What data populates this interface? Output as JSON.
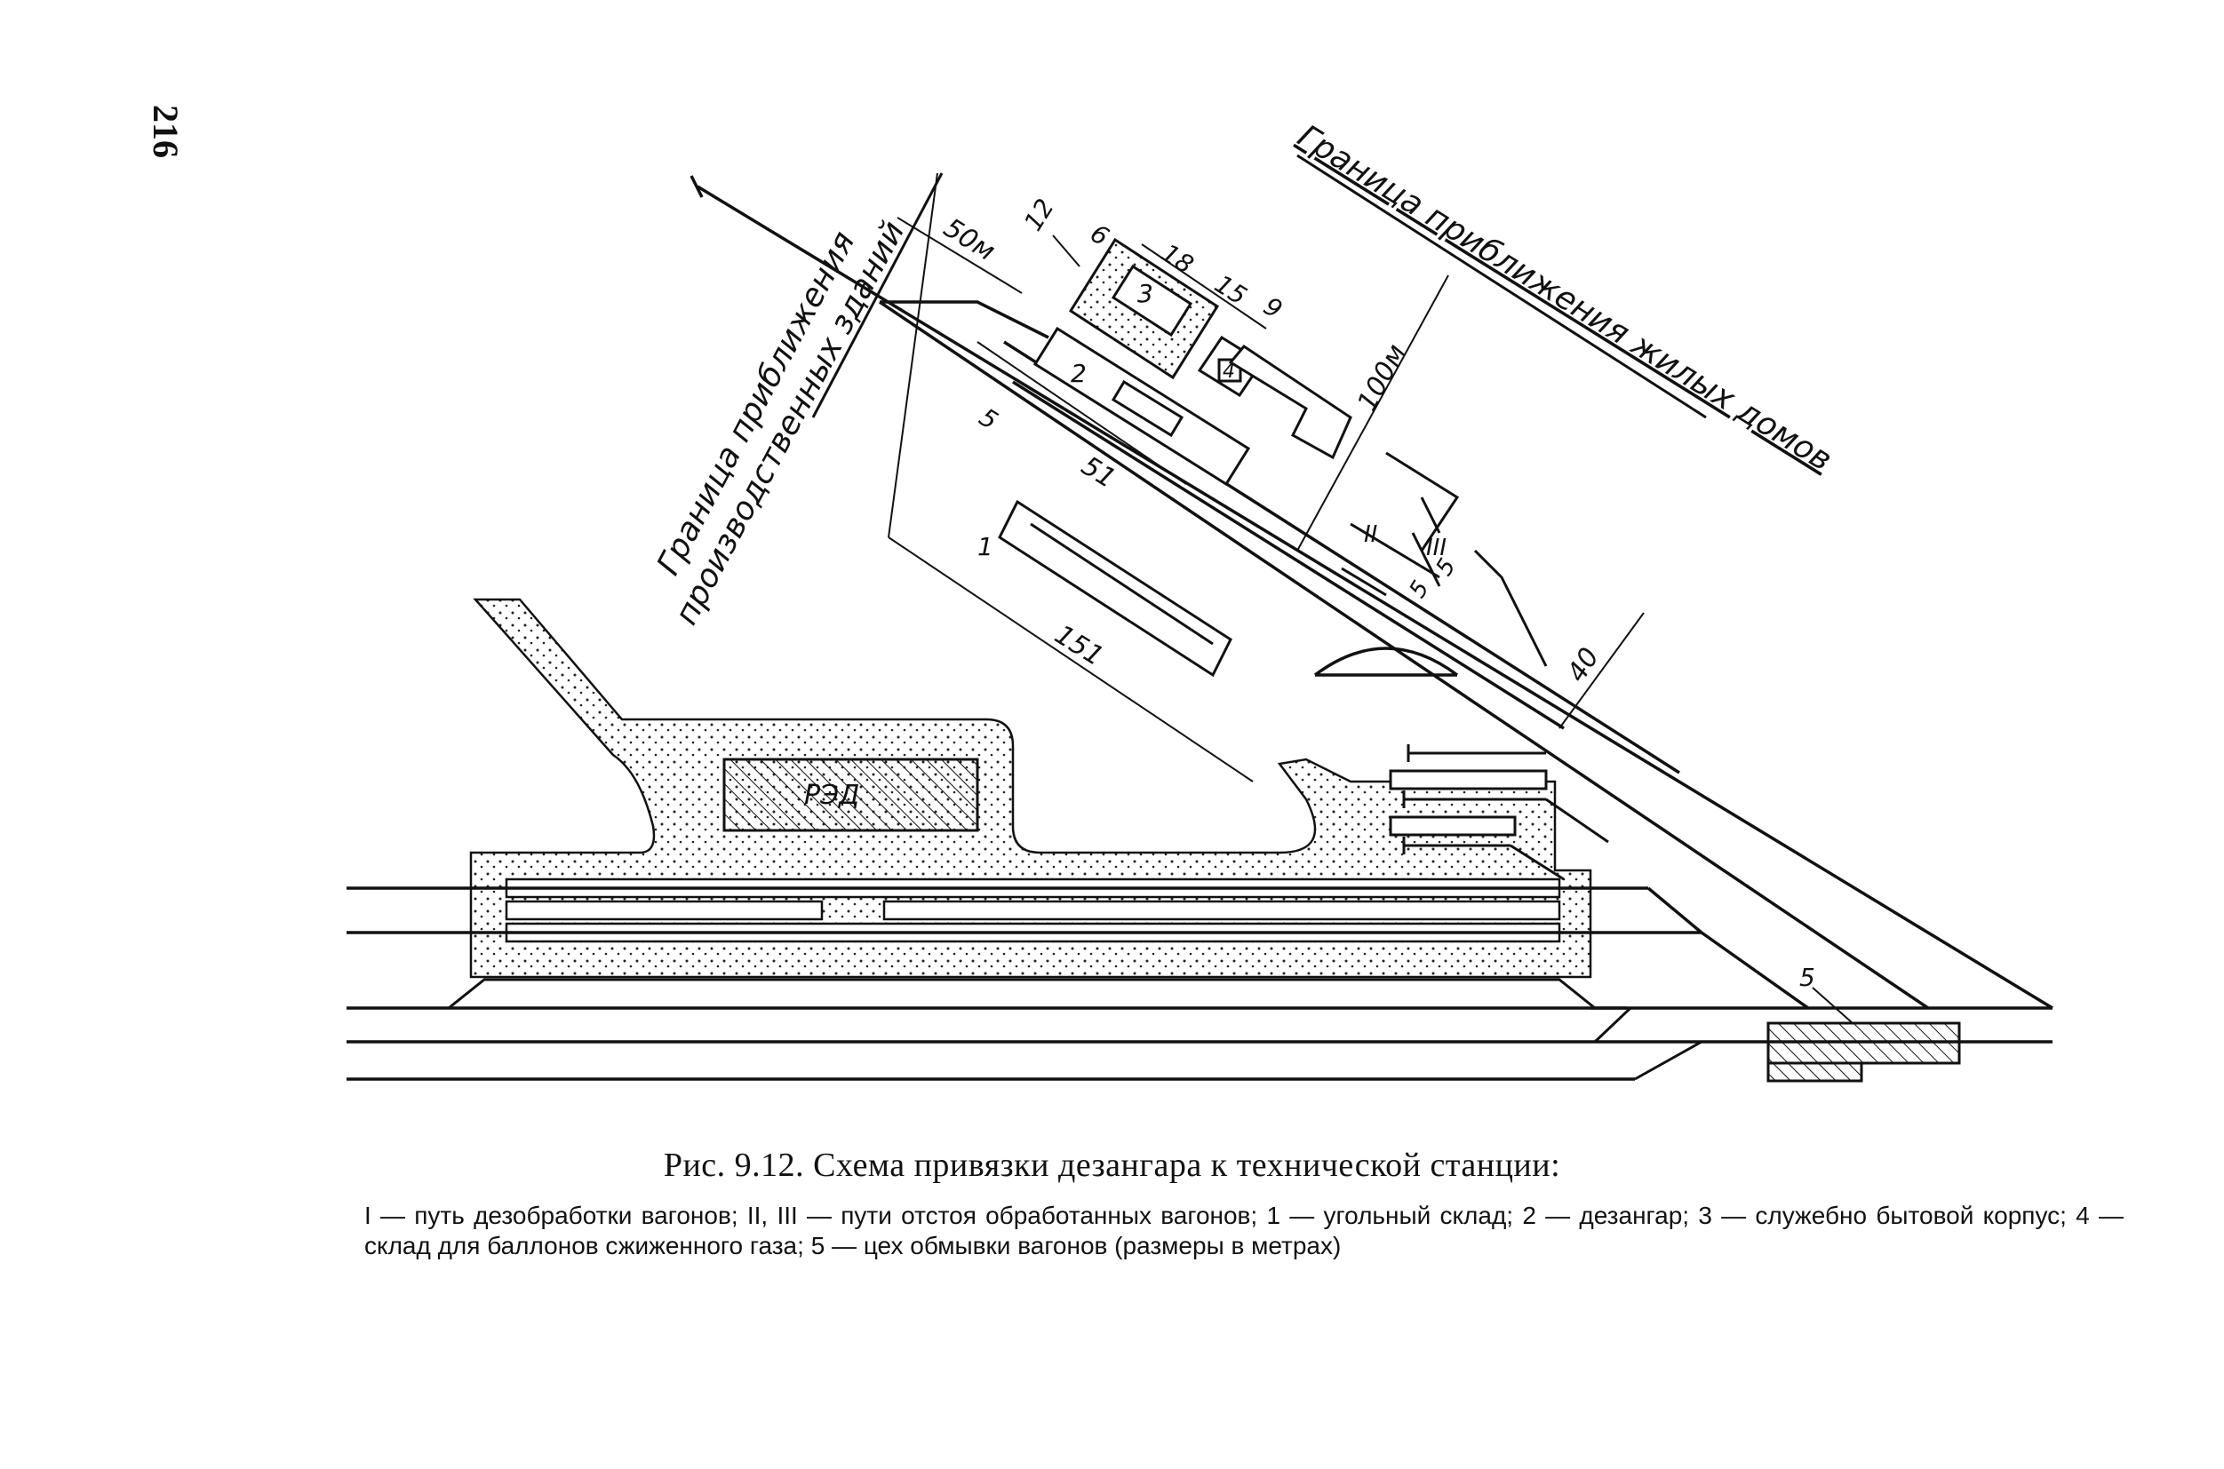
{
  "page": {
    "number": "216"
  },
  "figure": {
    "boundary_production": [
      "Граница приближения",
      "производственных зданий"
    ],
    "boundary_residential": "Граница приближения жилых домов",
    "building_label": "РЭД",
    "item_labels": [
      "1",
      "2",
      "3",
      "4",
      "5"
    ],
    "track_labels": [
      "I",
      "II",
      "III"
    ],
    "dimensions": {
      "d50": "50м",
      "d12": "12",
      "d6": "6",
      "d18": "18",
      "d15": "15",
      "d9": "9",
      "d100": "100м",
      "d5a": "5",
      "d51": "51",
      "d151": "151",
      "d5b": "5",
      "d5c": "5",
      "d40": "40"
    }
  },
  "caption": {
    "title": "Рис. 9.12. Схема привязки дезангара к технической станции:",
    "legend": "I — путь дезобработки вагонов; II, III — пути отстоя обработанных вагонов; 1 — угольный склад; 2 — дезангар; 3 — служебно бытовой корпус; 4 — склад для баллонов сжиженного газа; 5 — цех обмывки вагонов (размеры в метрах)"
  }
}
